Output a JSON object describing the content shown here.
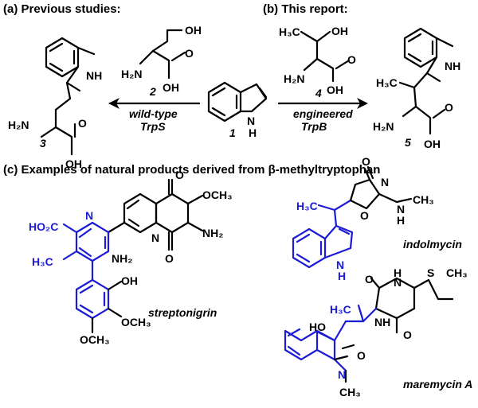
{
  "headers": {
    "a": "(a) Previous studies:",
    "b": "(b) This report:",
    "c_prefix": "(c) Examples of natural products derived from ",
    "c_greek": "β",
    "c_suffix": "-methyltryptophan"
  },
  "compounds": {
    "c1": "1",
    "c2": "2",
    "c3": "3",
    "c4": "4",
    "c5": "5",
    "streptonigrin": "streptonigrin",
    "indolmycin": "indolmycin",
    "maremycin": "maremycin A"
  },
  "arrows": {
    "left_top": "wild-type",
    "left_bottom": "TrpS",
    "right_top": "engineered",
    "right_bottom": "TrpB"
  },
  "atoms": {
    "NH": "NH",
    "N": "N",
    "H": "H",
    "H2N": "H₂N",
    "OH": "OH",
    "O": "O",
    "H3C": "H₃C",
    "OCH3": "OCH₃",
    "NH2": "NH₂",
    "HO2C": "HO₂C",
    "HO": "HO",
    "S": "S",
    "CH3": "CH₃"
  },
  "colors": {
    "highlight": "#1b1bd6"
  }
}
